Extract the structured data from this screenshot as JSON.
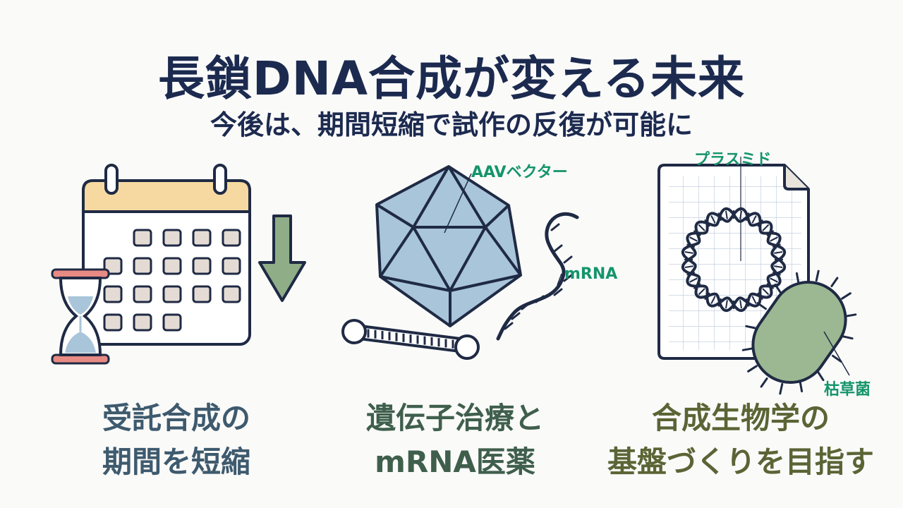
{
  "title": "長鎖DNA合成が変える未来",
  "subtitle": "今後は、期間短縮で試作の反復が可能に",
  "panels": [
    {
      "caption_line1": "受託合成の",
      "caption_line2": "期間を短縮",
      "icons": [
        "calendar-icon",
        "hourglass-icon",
        "down-arrow-icon"
      ]
    },
    {
      "caption_line1": "遺伝子治療と",
      "caption_line2": "mRNA医薬",
      "labels": {
        "aav": "AAVベクター",
        "mrna": "mRNA"
      }
    },
    {
      "caption_line1": "合成生物学の",
      "caption_line2": "基盤づくりを目指す",
      "labels": {
        "plasmid": "プラスミド",
        "bacillus": "枯草菌"
      }
    }
  ],
  "colors": {
    "title": "#1c2a4f",
    "label_green": "#14956b",
    "calendar_header": "#f6d9a0",
    "arrow_green": "#8fae87",
    "capsid_blue": "#a9c5da",
    "bacterium_green": "#9bb892",
    "hourglass_red": "#e88a84"
  }
}
